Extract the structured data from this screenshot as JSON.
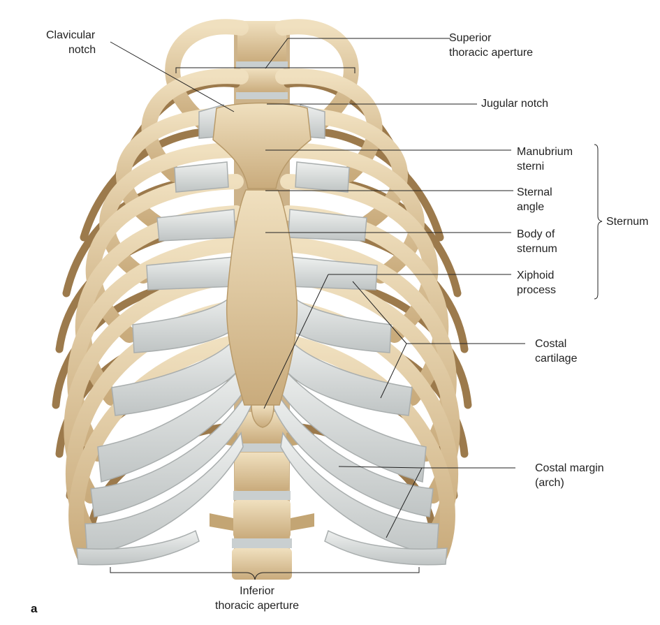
{
  "panel_letter": "a",
  "labels": {
    "clavicular_notch": [
      "Clavicular",
      "notch"
    ],
    "superior_thoracic_aperture": [
      "Superior",
      "thoracic aperture"
    ],
    "jugular_notch": [
      "Jugular notch"
    ],
    "manubrium_sterni": [
      "Manubrium",
      "sterni"
    ],
    "sternal_angle": [
      "Sternal",
      "angle"
    ],
    "body_of_sternum": [
      "Body of",
      "sternum"
    ],
    "xiphoid_process": [
      "Xiphoid",
      "process"
    ],
    "sternum": [
      "Sternum"
    ],
    "costal_cartilage": [
      "Costal",
      "cartilage"
    ],
    "costal_margin": [
      "Costal margin",
      "(arch)"
    ],
    "inferior_thoracic_aperture": [
      "Inferior",
      "thoracic aperture"
    ]
  },
  "colors": {
    "bone": "#e6d2aa",
    "bone_shadow": "#b89a6a",
    "cartilage": "#dde0df",
    "cartilage_shadow": "#a9aeae",
    "disc": "#c9cfd0",
    "leader_line": "#222222",
    "text": "#222222"
  }
}
